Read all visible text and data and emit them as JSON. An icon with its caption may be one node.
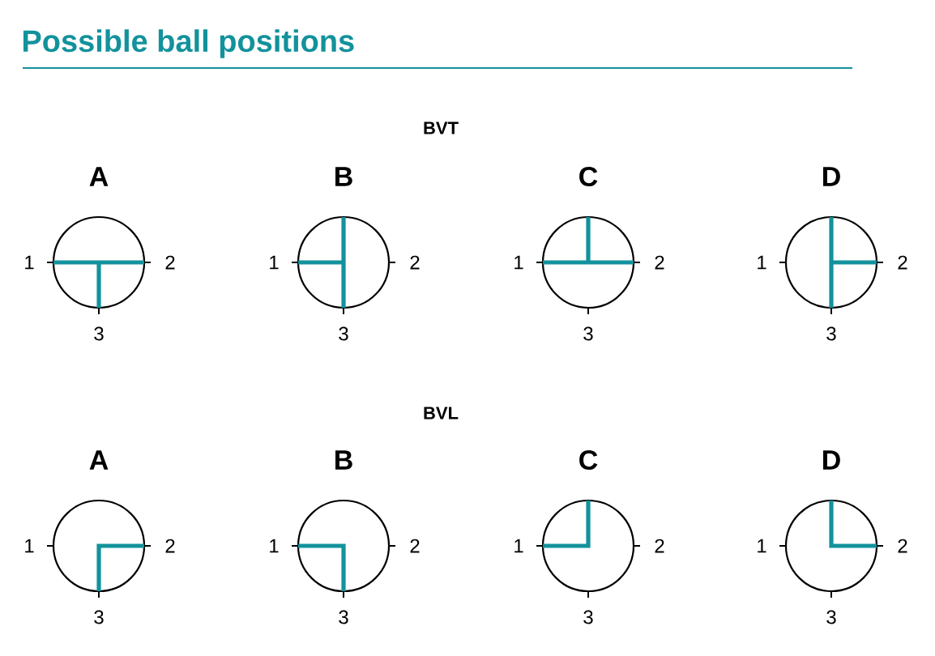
{
  "diagram": {
    "title": "Possible ball positions",
    "nodes": [
      {
        "text": [
          "A"
        ],
        "beside": [
          "1",
          "2",
          "3"
        ]
      },
      {
        "text": [
          "B"
        ],
        "beside": [
          "1",
          "2",
          "3"
        ]
      },
      {
        "text": [
          "C"
        ],
        "beside": [
          "1",
          "2",
          "3"
        ]
      },
      {
        "text": [
          "D"
        ],
        "beside": [
          "1",
          "2",
          "3"
        ]
      },
      {
        "text": [
          "A"
        ],
        "beside": [
          "1",
          "2",
          "3"
        ]
      },
      {
        "text": [
          "B"
        ],
        "beside": [
          "1",
          "2",
          "3"
        ]
      },
      {
        "text": [
          "C"
        ],
        "beside": [
          "1",
          "2",
          "3"
        ]
      },
      {
        "text": [
          "D"
        ],
        "beside": [
          "1",
          "2",
          "3"
        ]
      }
    ],
    "labels": [
      "BVT",
      "BVL"
    ]
  }
}
